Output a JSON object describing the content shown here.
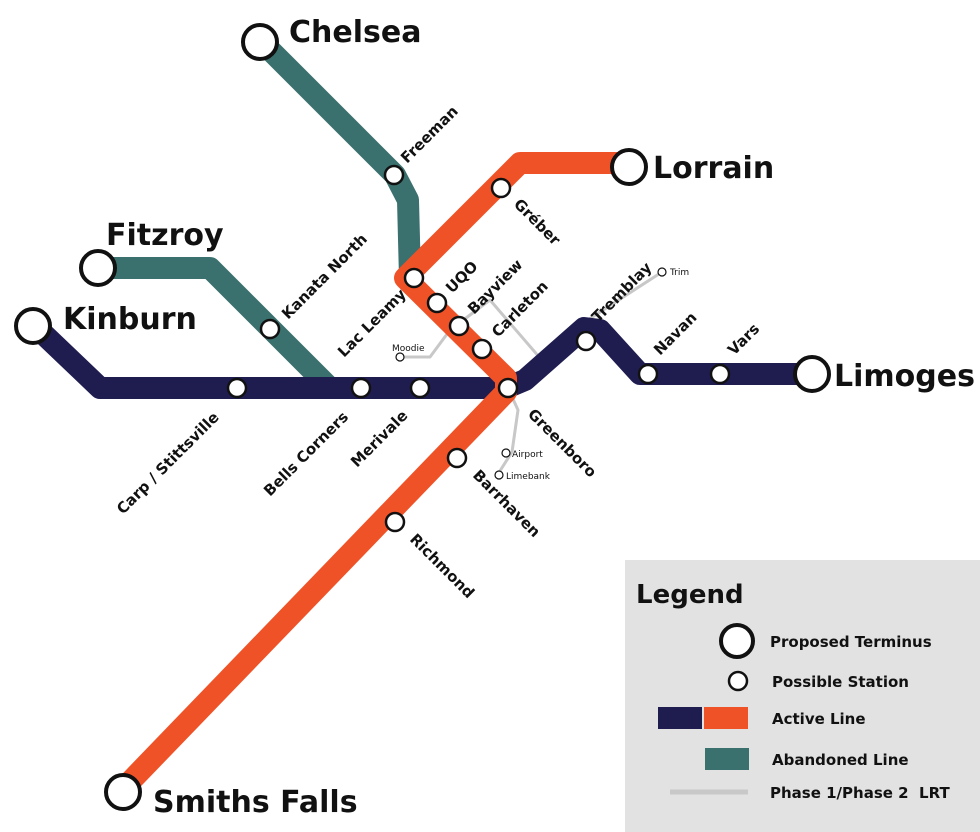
{
  "colors": {
    "active_blue": "#1f1d4f",
    "active_orange": "#f05227",
    "abandoned": "#3a706d",
    "lrt": "#c8c8c8",
    "legend_bg": "#e2e2e2"
  },
  "termini": {
    "chelsea": "Chelsea",
    "lorrain": "Lorrain",
    "fitzroy": "Fitzroy",
    "kinburn": "Kinburn",
    "limoges": "Limoges",
    "smiths_falls": "Smiths Falls"
  },
  "stations": {
    "freeman": "Freeman",
    "greber": "Gréber",
    "kanata_north": "Kanata North",
    "lac_leamy": "Lac Leamy",
    "uqo": "UQO",
    "bayview": "Bayview",
    "carleton": "Carleton",
    "tremblay": "Tremblay",
    "navan": "Navan",
    "vars": "Vars",
    "carp_stittsville": "Carp / Stittsville",
    "bells_corners": "Bells Corners",
    "merivale": "Merivale",
    "greenboro": "Greenboro",
    "barrhaven": "Barrhaven",
    "richmond": "Richmond"
  },
  "lrt_stations": {
    "moodie": "Moodie",
    "trim": "Trim",
    "airport": "Airport",
    "limebank": "Limebank"
  },
  "legend": {
    "title": "Legend",
    "proposed_terminus": "Proposed Terminus",
    "possible_station": "Possible Station",
    "active_line": "Active Line",
    "abandoned_line": "Abandoned Line",
    "lrt": "Phase 1/Phase 2  LRT"
  }
}
